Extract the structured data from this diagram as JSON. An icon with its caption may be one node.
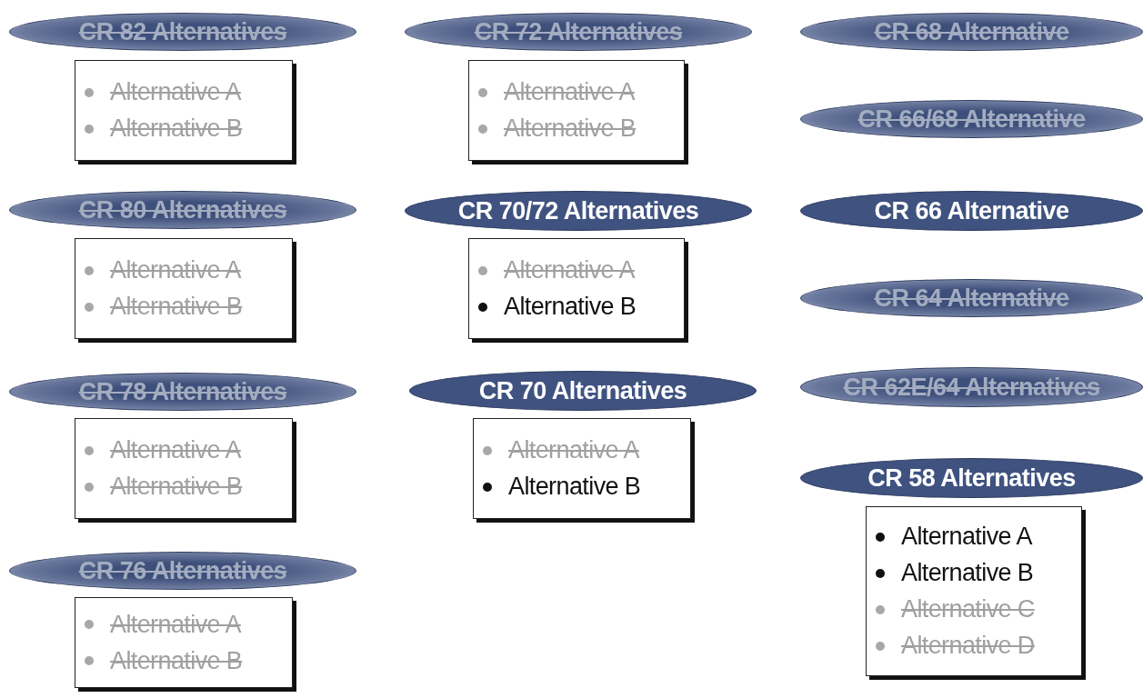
{
  "diagram": {
    "nodes": [
      {
        "text": [
          "CR 82 Alternatives"
        ]
      },
      {
        "text": [
          "Alternative A",
          "Alternative B"
        ]
      },
      {
        "text": [
          "CR 80 Alternatives"
        ]
      },
      {
        "text": [
          "Alternative A",
          "Alternative B"
        ]
      },
      {
        "text": [
          "CR 78 Alternatives"
        ]
      },
      {
        "text": [
          "Alternative A",
          "Alternative B"
        ]
      },
      {
        "text": [
          "CR 76 Alternatives"
        ]
      },
      {
        "text": [
          "Alternative A",
          "Alternative B"
        ]
      },
      {
        "text": [
          "CR 72 Alternatives"
        ]
      },
      {
        "text": [
          "Alternative A",
          "Alternative B"
        ]
      },
      {
        "text": [
          "CR 70/72 Alternatives"
        ]
      },
      {
        "text": [
          "Alternative A",
          "Alternative B"
        ]
      },
      {
        "text": [
          "CR 70 Alternatives"
        ]
      },
      {
        "text": [
          "Alternative A",
          "Alternative B"
        ]
      },
      {
        "text": [
          "CR 68 Alternative"
        ]
      },
      {
        "text": [
          "CR 66/68 Alternative"
        ]
      },
      {
        "text": [
          "CR 66 Alternative"
        ]
      },
      {
        "text": [
          "CR 64 Alternative"
        ]
      },
      {
        "text": [
          "CR 62E/64 Alternatives"
        ]
      },
      {
        "text": [
          "CR 58 Alternatives"
        ]
      },
      {
        "text": [
          "Alternative A",
          "Alternative B",
          "Alternative C",
          "Alternative D"
        ]
      }
    ]
  }
}
